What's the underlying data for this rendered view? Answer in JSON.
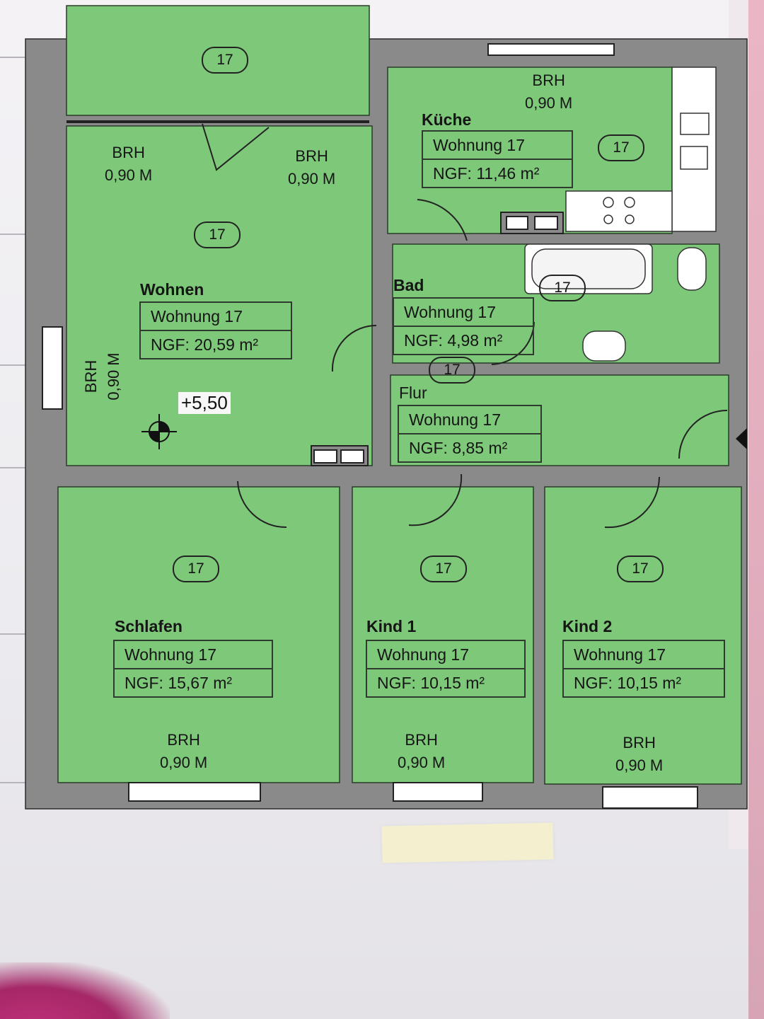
{
  "plan": {
    "unit_tag": "17",
    "brh_label": "BRH",
    "brh_value": "0,90 M",
    "level": "+5,50",
    "rooms": {
      "kueche": {
        "name": "Küche",
        "unit": "Wohnung 17",
        "area": "NGF: 11,46 m²"
      },
      "wohnen": {
        "name": "Wohnen",
        "unit": "Wohnung 17",
        "area": "NGF: 20,59 m²"
      },
      "bad": {
        "name": "Bad",
        "unit": "Wohnung 17",
        "area": "NGF: 4,98 m²"
      },
      "flur": {
        "name": "Flur",
        "unit": "Wohnung 17",
        "area": "NGF: 8,85 m²"
      },
      "schlafen": {
        "name": "Schlafen",
        "unit": "Wohnung 17",
        "area": "NGF: 15,67 m²"
      },
      "kind1": {
        "name": "Kind 1",
        "unit": "Wohnung 17",
        "area": "NGF: 10,15 m²"
      },
      "kind2": {
        "name": "Kind 2",
        "unit": "Wohnung 17",
        "area": "NGF: 10,15 m²"
      }
    }
  },
  "colors": {
    "floor": "#7ec87a",
    "wall": "#8a8a8a",
    "paper": "#f2f0f3"
  }
}
